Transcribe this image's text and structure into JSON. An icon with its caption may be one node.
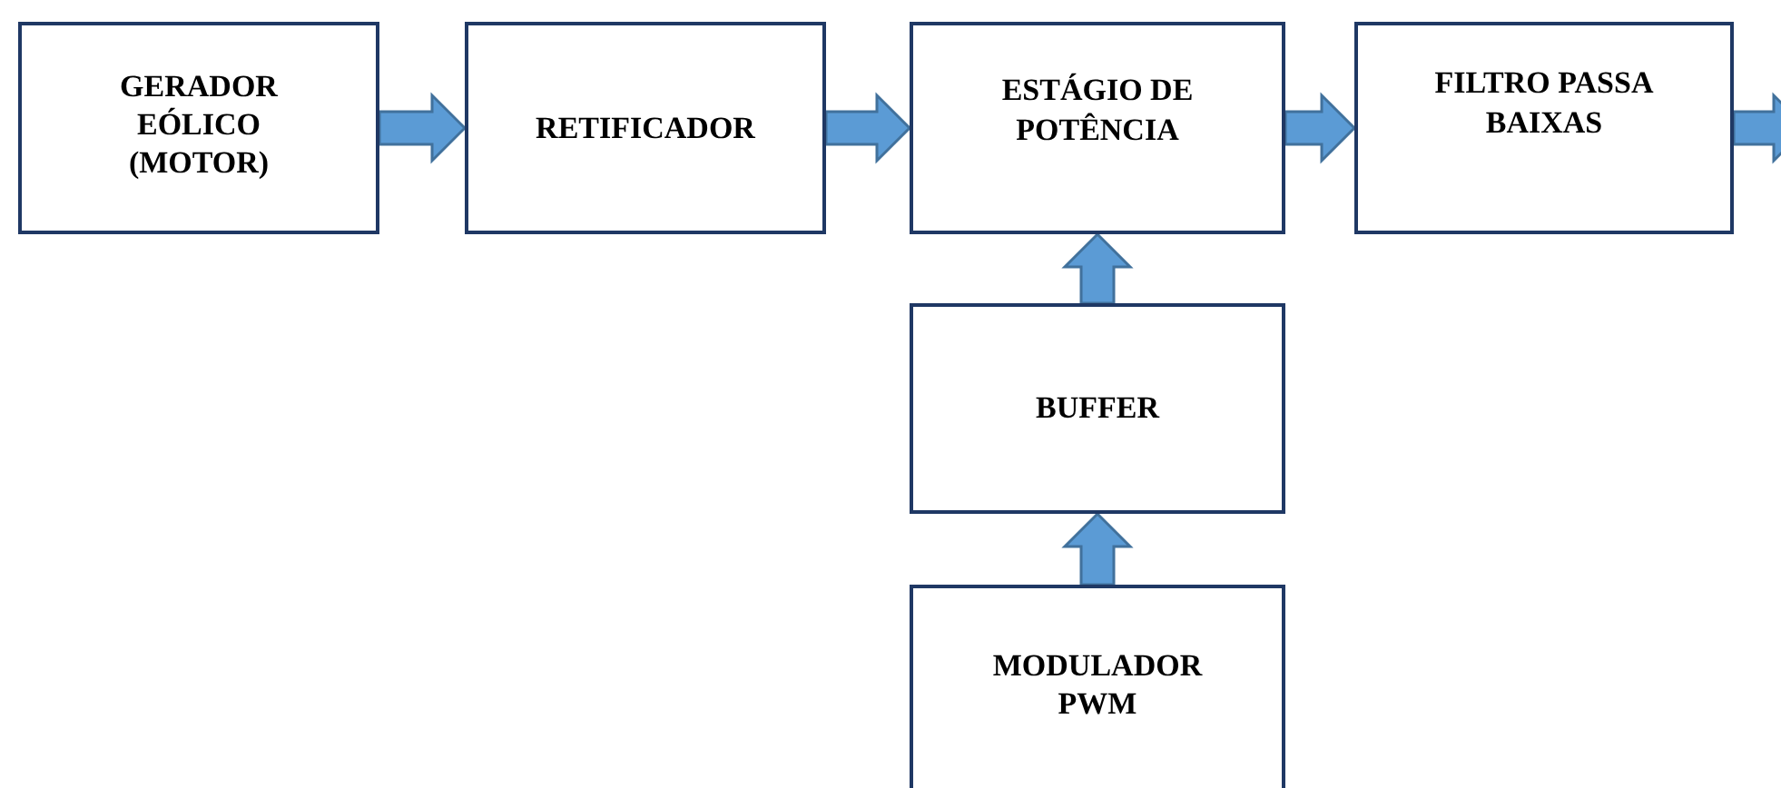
{
  "diagram": {
    "nodes": [
      {
        "text": [
          "GERADOR EÓLICO (MOTOR)"
        ]
      },
      {
        "text": [
          "RETIFICADOR"
        ]
      },
      {
        "text": [
          "ESTÁGIO DE POTÊNCIA"
        ]
      },
      {
        "text": [
          "FILTRO PASSA BAIXAS"
        ]
      },
      {
        "text": [
          "BUFFER"
        ]
      },
      {
        "text": [
          "MODULADOR PWM"
        ]
      }
    ],
    "edges": [
      {
        "from": 0,
        "to": 1,
        "arrow": "to"
      },
      {
        "from": 1,
        "to": 2,
        "arrow": "to"
      },
      {
        "from": 2,
        "to": 3,
        "arrow": "to"
      },
      {
        "from": 3,
        "to": null,
        "arrow": "to"
      },
      {
        "from": 4,
        "to": 2,
        "arrow": "to"
      },
      {
        "from": 5,
        "to": 4,
        "arrow": "to"
      }
    ]
  }
}
